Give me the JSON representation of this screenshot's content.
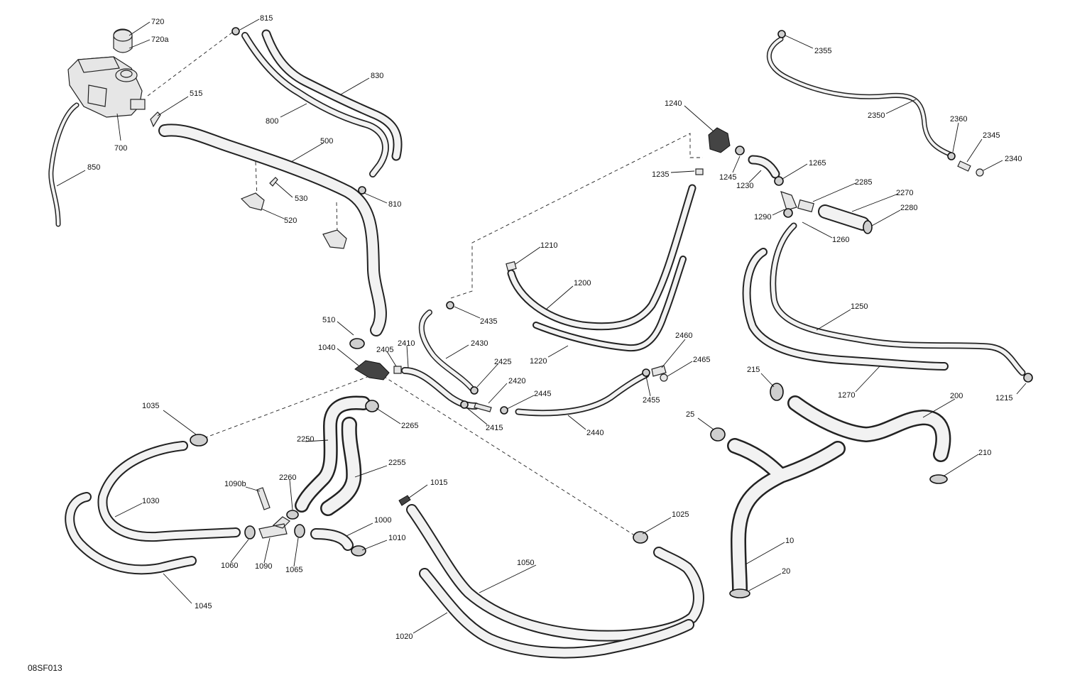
{
  "diagram": {
    "code": "08SF013",
    "callouts": [
      "720",
      "720a",
      "815",
      "830",
      "515",
      "800",
      "700",
      "500",
      "850",
      "530",
      "810",
      "520",
      "510",
      "1040",
      "2405",
      "2410",
      "2430",
      "2425",
      "2420",
      "2445",
      "2415",
      "2440",
      "2435",
      "1210",
      "1200",
      "1220",
      "1240",
      "1235",
      "1245",
      "1230",
      "1265",
      "2285",
      "2270",
      "2280",
      "1290",
      "1260",
      "2355",
      "2350",
      "2360",
      "2345",
      "2340",
      "1250",
      "1270",
      "1215",
      "2460",
      "2465",
      "2455",
      "215",
      "200",
      "25",
      "210",
      "10",
      "20",
      "1035",
      "2265",
      "2250",
      "2255",
      "2260",
      "1090b",
      "1030",
      "1000",
      "1010",
      "1060",
      "1090",
      "1065",
      "1045",
      "1015",
      "1025",
      "1050",
      "1020"
    ]
  }
}
